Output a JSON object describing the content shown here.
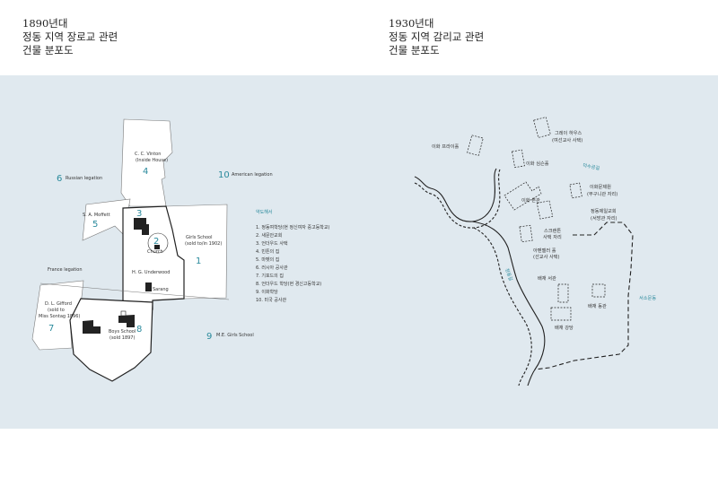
{
  "left_title": [
    "1890년대",
    "정동 지역 장로교 관련",
    "건물 분포도"
  ],
  "right_title": [
    "1930년대",
    "정동 지역 감리교 관련",
    "건물 분포도"
  ],
  "left_map": {
    "lots": [
      {
        "id": "4",
        "name": "C. C. Vinton",
        "sub": "(Inside House)"
      },
      {
        "id": "5",
        "name": "S. A. Moffett"
      },
      {
        "id": "3"
      },
      {
        "id": "2",
        "name": "Church"
      },
      {
        "id": "1",
        "name": "Girls School",
        "sub": "(sold to/in 1902)"
      },
      {
        "id": "",
        "name": "H. G. Underwood"
      },
      {
        "id": "",
        "name": "Sarang"
      },
      {
        "id": "7",
        "name": "D. L. Gifford",
        "sub": "(sold to",
        "sub2": "Miss Sontag 1896)"
      },
      {
        "id": "8",
        "name": "Boys School",
        "sub": "(sold 1897)"
      }
    ],
    "neighbors": [
      {
        "id": "6",
        "name": "Russian legation"
      },
      {
        "id": "10",
        "name": "American legation"
      },
      {
        "id": "",
        "name": "France legation"
      },
      {
        "id": "9",
        "name": "M.E. Girls School"
      }
    ],
    "legend": {
      "title": "약도해서",
      "items": [
        "1. 정동여학당(현 정신여자 중고등학교)",
        "2. 새문안교회",
        "3. 언더우드 사택",
        "4. 빈튼의 집",
        "5. 마펫의 집",
        "6. 러시아 공사관",
        "7. 기포드의 집",
        "8. 언더우드 학당(현 경신고등학교)",
        "9. 이화학당",
        "10. 미국 공사관"
      ]
    }
  },
  "right_map": {
    "labels": [
      "그레이 하우스",
      "(여선교사 사택)",
      "이화 프라이홀",
      "이화 심슨홀",
      "이화 본관",
      "이화문제원",
      "(부구니관 자리)",
      "정동제일교회",
      "(서방관 자리)",
      "스크랜튼",
      "사택 자리",
      "아펜젤러 홀",
      "(선교사 사택)",
      "배재 서관",
      "배재 동관",
      "배재 강당",
      "덕수궁길",
      "정동길",
      "서소문동"
    ]
  },
  "colors": {
    "band": "#e0e9ef",
    "accent": "#2a8a9c",
    "line": "#222222",
    "lot": "#ffffff"
  }
}
